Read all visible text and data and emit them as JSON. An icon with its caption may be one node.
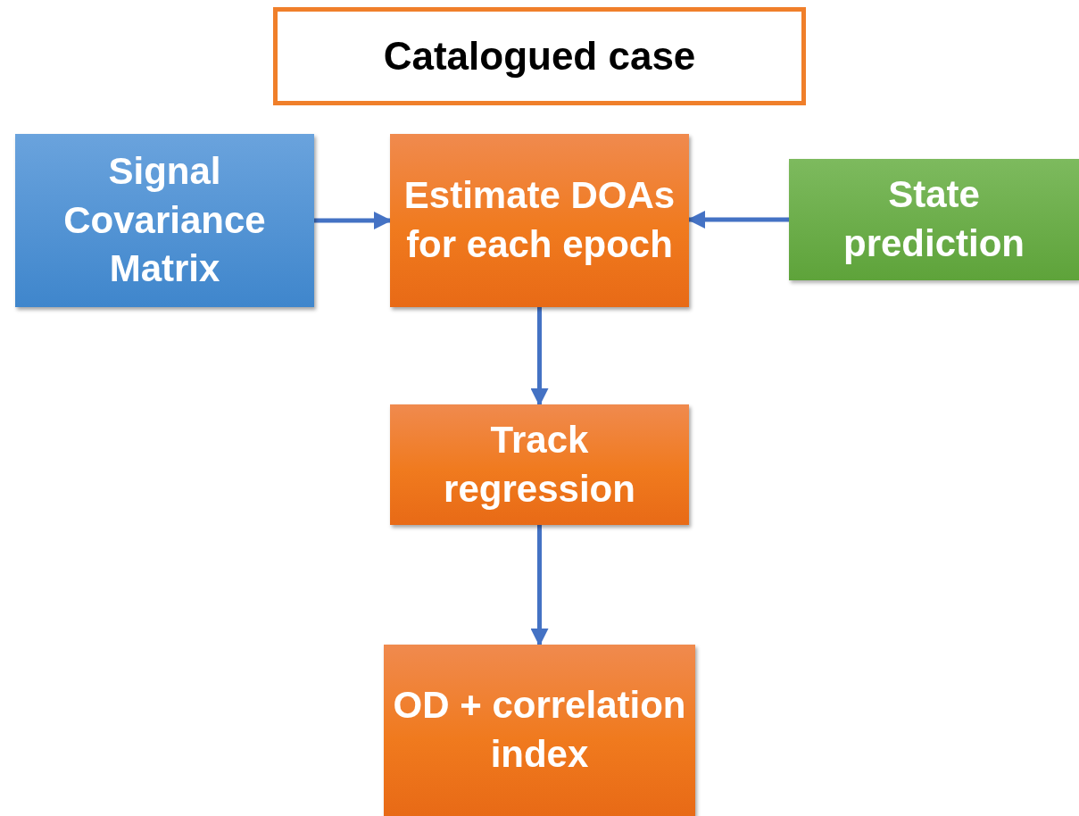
{
  "diagram": {
    "nodes": [
      {
        "text": [
          "Catalogued case"
        ]
      },
      {
        "text": [
          "Signal Covariance Matrix"
        ]
      },
      {
        "text": [
          "Estimate DOAs for each epoch"
        ]
      },
      {
        "text": [
          "State prediction"
        ]
      },
      {
        "text": [
          "Track regression"
        ]
      },
      {
        "text": [
          "OD + correlation index"
        ]
      }
    ],
    "edges": [
      {
        "from": 1,
        "to": 2,
        "arrow": "to"
      },
      {
        "from": 3,
        "to": 2,
        "arrow": "to"
      },
      {
        "from": 2,
        "to": 4,
        "arrow": "to"
      },
      {
        "from": 4,
        "to": 5,
        "arrow": "to"
      }
    ]
  }
}
